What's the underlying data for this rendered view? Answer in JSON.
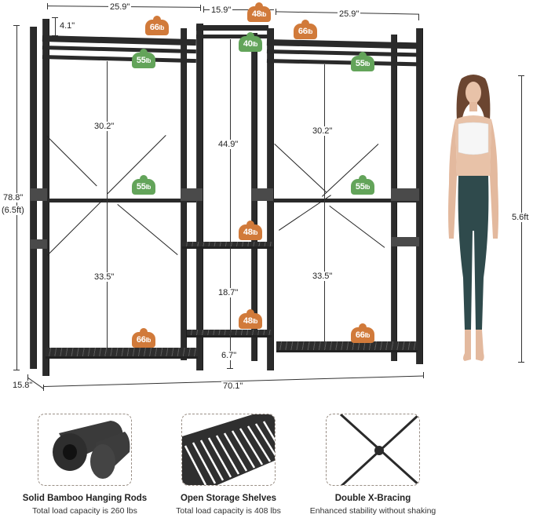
{
  "dimensions": {
    "left_section_width": "25.9\"",
    "middle_section_width": "15.9\"",
    "right_section_width": "25.9\"",
    "top_offset": "4.1\"",
    "total_height": "78.8\"",
    "total_height_ft": "(6.5ft)",
    "left_upper_height": "30.2\"",
    "left_lower_height": "33.5\"",
    "middle_upper_height": "44.9\"",
    "middle_lower_height": "18.7\"",
    "middle_bottom_clearance": "6.7\"",
    "right_upper_height": "30.2\"",
    "right_lower_height": "33.5\"",
    "depth": "15.8\"",
    "total_width": "70.1\"",
    "person_height": "5.6ft"
  },
  "weight_badges": [
    {
      "id": "left-top-shelf",
      "value": "66",
      "unit": "lb",
      "color": "#d17a3a"
    },
    {
      "id": "left-top-rod",
      "value": "55",
      "unit": "lb",
      "color": "#63a45a"
    },
    {
      "id": "left-middle-rod",
      "value": "55",
      "unit": "lb",
      "color": "#63a45a"
    },
    {
      "id": "left-bottom-shelf",
      "value": "66",
      "unit": "lb",
      "color": "#d17a3a"
    },
    {
      "id": "middle-top-shelf",
      "value": "48",
      "unit": "lb",
      "color": "#d17a3a"
    },
    {
      "id": "middle-top-rod",
      "value": "40",
      "unit": "lb",
      "color": "#63a45a"
    },
    {
      "id": "middle-mid-shelf",
      "value": "48",
      "unit": "lb",
      "color": "#d17a3a"
    },
    {
      "id": "middle-bottom-shelf",
      "value": "48",
      "unit": "lb",
      "color": "#d17a3a"
    },
    {
      "id": "right-top-shelf",
      "value": "66",
      "unit": "lb",
      "color": "#d17a3a"
    },
    {
      "id": "right-top-rod",
      "value": "55",
      "unit": "lb",
      "color": "#63a45a"
    },
    {
      "id": "right-middle-rod",
      "value": "55",
      "unit": "lb",
      "color": "#63a45a"
    },
    {
      "id": "right-bottom-shelf",
      "value": "66",
      "unit": "lb",
      "color": "#d17a3a"
    }
  ],
  "features": [
    {
      "title": "Solid Bamboo Hanging Rods",
      "subtitle": "Total load capacity is 260 lbs",
      "icon": "hanging-rods-closeup"
    },
    {
      "title": "Open Storage Shelves",
      "subtitle": "Total load capacity is 408 lbs",
      "icon": "slatted-shelf-closeup"
    },
    {
      "title": "Double X-Bracing",
      "subtitle": "Enhanced stability without shaking",
      "icon": "x-bracing-closeup"
    }
  ],
  "colors": {
    "frame": "#2b2b2b",
    "shelf_badge": "#d17a3a",
    "rod_badge": "#63a45a",
    "leggings": "#2f4a4c",
    "dashed_border": "#9a8f86"
  }
}
